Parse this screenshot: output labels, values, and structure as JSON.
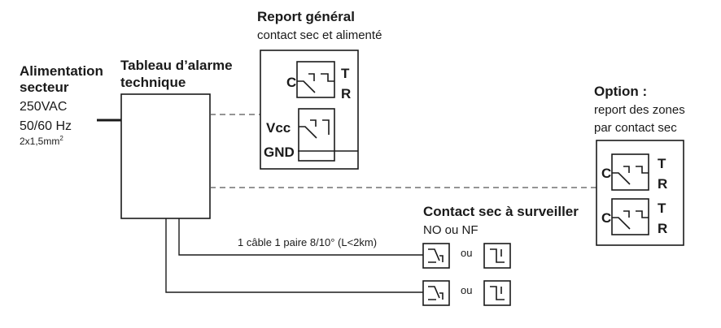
{
  "supply": {
    "title_line1": "Alimentation",
    "title_line2": "secteur",
    "voltage": "250VAC",
    "frequency": "50/60 Hz",
    "cable_prefix": "2x1,5mm",
    "cable_sup": "2"
  },
  "panel": {
    "title_line1": "Tableau d’alarme",
    "title_line2": "technique"
  },
  "report": {
    "title": "Report général",
    "subtitle": "contact  sec et alimenté",
    "relay1": {
      "left": "C",
      "top": "T",
      "bottom": "R"
    },
    "relay2": {
      "left": "Vcc"
    },
    "gnd": "GND"
  },
  "option": {
    "title": "Option :",
    "line1": "report des zones",
    "line2": "par contact sec",
    "relays": [
      {
        "left": "C",
        "top": "T",
        "bottom": "R"
      },
      {
        "left": "C",
        "top": "T",
        "bottom": "R"
      }
    ]
  },
  "monitor": {
    "title": "Contact sec à surveiller",
    "subtitle": "NO ou NF",
    "cable_label": "1 câble 1 paire 8/10° (L<2km)",
    "or_label": "ou"
  }
}
